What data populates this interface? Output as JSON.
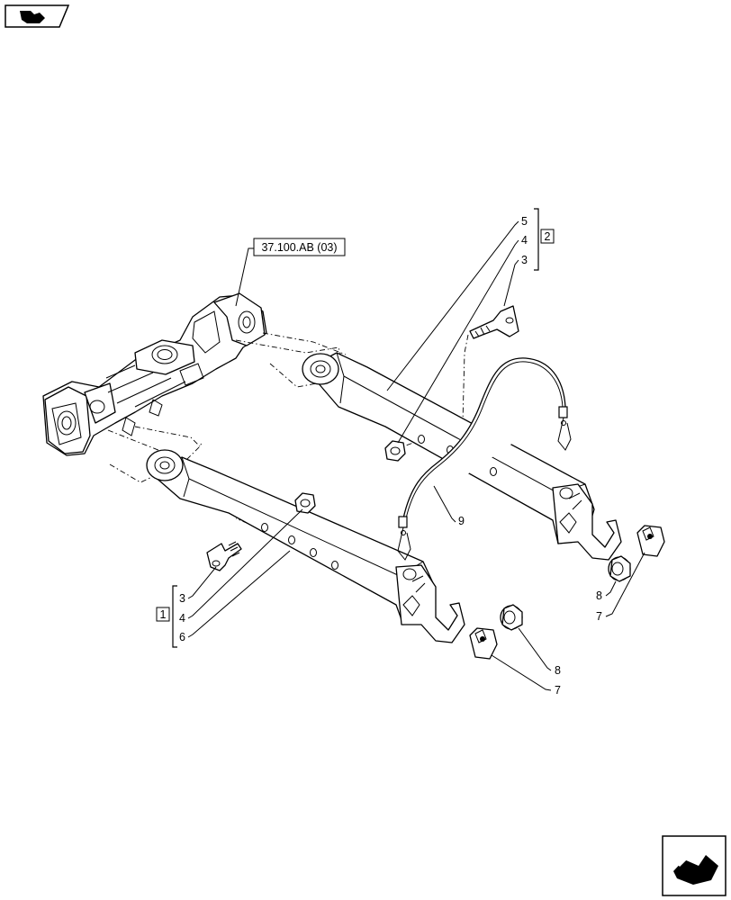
{
  "reference_label": "37.100.AB (03)",
  "groups": [
    {
      "name": "group-1",
      "number": "1",
      "items": [
        "3",
        "4",
        "6"
      ]
    },
    {
      "name": "group-2",
      "number": "2",
      "items": [
        "5",
        "4",
        "3"
      ]
    }
  ],
  "callouts": {
    "cable": "9",
    "washer_mid": "8",
    "shell_mid": "7",
    "washer_right": "8",
    "shell_right": "7"
  },
  "icons": {
    "top_left": "previous-page-icon",
    "bottom_right": "next-page-icon"
  }
}
